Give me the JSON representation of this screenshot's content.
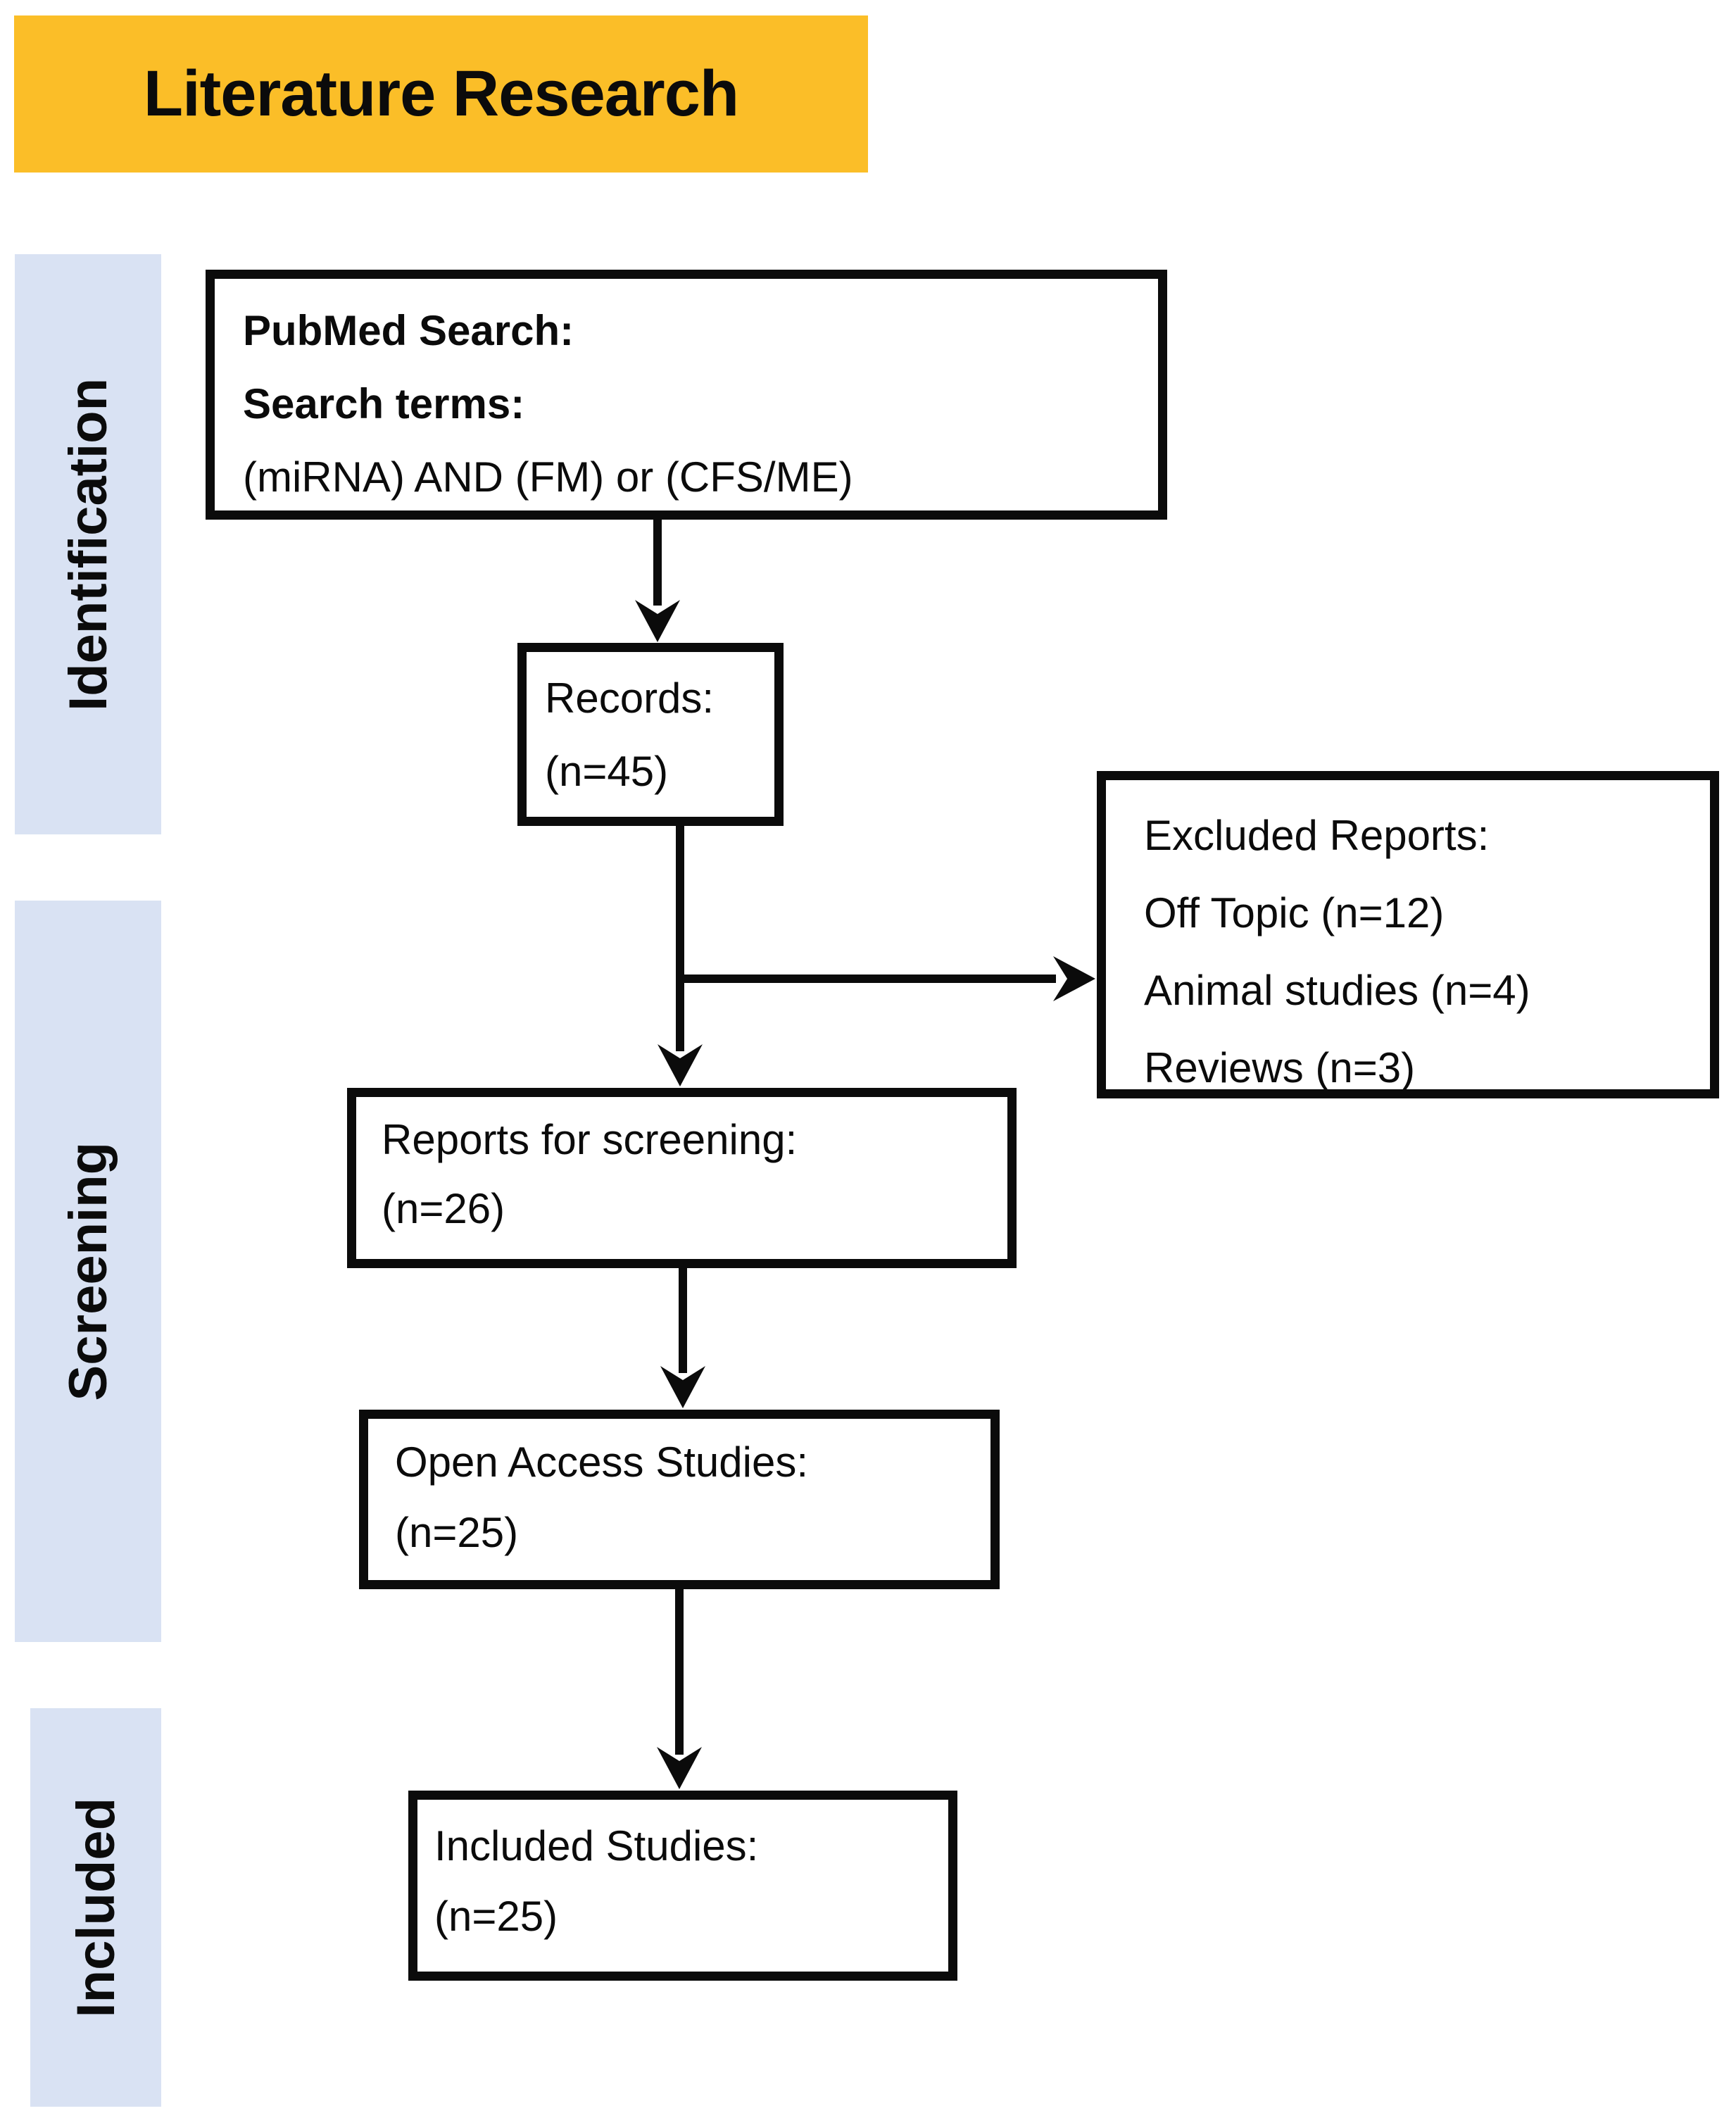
{
  "title": {
    "label": "Literature Research"
  },
  "stages": [
    {
      "label": "Identification"
    },
    {
      "label": "Screening"
    },
    {
      "label": "Included"
    }
  ],
  "boxes": {
    "pubmed": {
      "line1": "PubMed Search:",
      "line2": "Search terms:",
      "line3": "(miRNA) AND (FM) or (CFS/ME)"
    },
    "records": {
      "line1": "Records:",
      "line2": "(n=45)"
    },
    "excluded": {
      "line1": "Excluded Reports:",
      "line2": "Off Topic (n=12)",
      "line3": "Animal studies (n=4)",
      "line4": "Reviews (n=3)"
    },
    "screening_reports": {
      "line1": "Reports for screening:",
      "line2": "(n=26)"
    },
    "open_access": {
      "line1": "Open Access Studies:",
      "line2": "(n=25)"
    },
    "included_studies": {
      "line1": "Included Studies:",
      "line2": "(n=25)"
    }
  },
  "colors": {
    "title_bg": "#FBBE28",
    "stage_bg": "#D9E2F3",
    "ink": "#0B0B0B"
  }
}
